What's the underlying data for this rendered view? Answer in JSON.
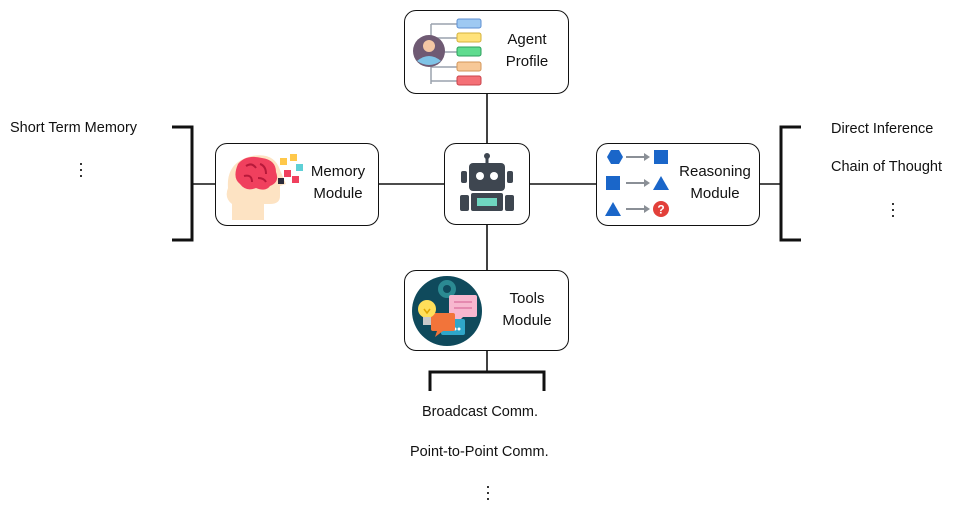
{
  "agent_profile": {
    "label_line1": "Agent",
    "label_line2": "Profile",
    "icon": "agent-profile-icon"
  },
  "memory_module": {
    "label_line1": "Memory",
    "label_line2": "Module",
    "icon": "brain-head-icon"
  },
  "reasoning_module": {
    "label_line1": "Reasoning",
    "label_line2": "Module",
    "icon": "shape-reasoning-icon"
  },
  "tools_module": {
    "label_line1": "Tools",
    "label_line2": "Module",
    "icon": "tools-lightbulb-chat-icon"
  },
  "robot": {
    "icon": "robot-icon"
  },
  "memory_items": [
    "Short Term Memory"
  ],
  "reasoning_items": [
    "Direct Inference",
    "Chain of Thought"
  ],
  "tools_items": [
    "Broadcast Comm.",
    "Point-to-Point Comm."
  ],
  "colors": {
    "line": "#111111",
    "shape_blue": "#1a66c9",
    "question_red": "#e2403a"
  }
}
